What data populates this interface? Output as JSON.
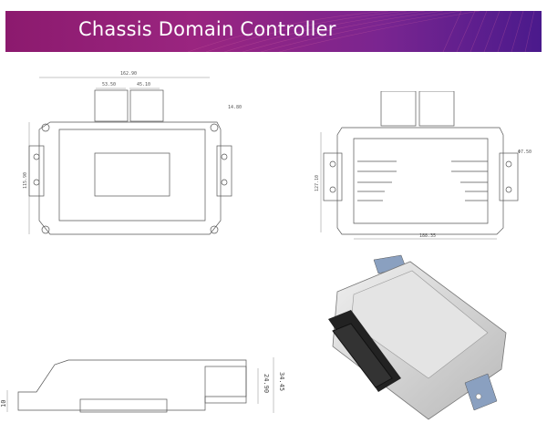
{
  "header": {
    "title": "Chassis Domain Controller"
  },
  "colors": {
    "banner_start": "#8c1a6e",
    "banner_end": "#4a1a8c",
    "title_text": "#ffffff"
  },
  "top_view": {
    "dims": {
      "width": "162.90",
      "conn_left": "53.50",
      "conn_right": "45.10",
      "offset": "14.80",
      "height": "115.90"
    }
  },
  "bottom_view": {
    "dims": {
      "width": "188.35",
      "height": "127.10",
      "hole": "Φ7.50"
    }
  },
  "side_view": {
    "dims": {
      "base": "10",
      "connector": "24.90",
      "total": "34.45"
    }
  }
}
